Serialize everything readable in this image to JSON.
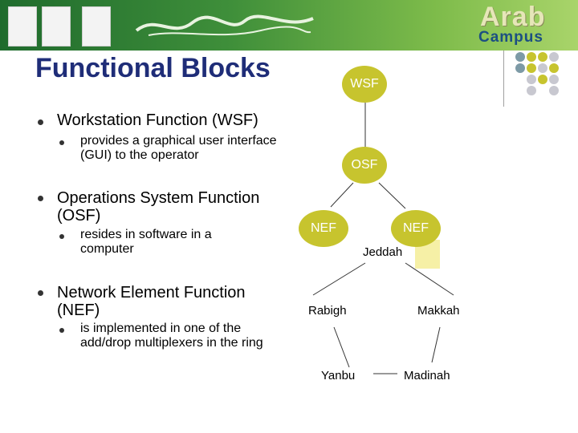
{
  "banner": {
    "brand_arab": "Arab",
    "brand_campus": "Campus"
  },
  "slide": {
    "title": "Functional Blocks",
    "bullets": [
      {
        "heading": "Workstation Function (WSF)",
        "sub": "provides a graphical user interface (GUI) to the operator"
      },
      {
        "heading": "Operations System Function (OSF)",
        "sub": "resides in software in a computer"
      },
      {
        "heading": "Network Element Function (NEF)",
        "sub": "is implemented in one of the add/drop multiplexers in the ring"
      }
    ]
  },
  "diagram": {
    "nodes": {
      "wsf": "WSF",
      "osf": "OSF",
      "nef_left": "NEF",
      "nef_right": "NEF"
    },
    "cities": {
      "jeddah": "Jeddah",
      "rabigh": "Rabigh",
      "makkah": "Makkah",
      "yanbu": "Yanbu",
      "madinah": "Madinah"
    }
  },
  "colors": {
    "title": "#1f2d78",
    "node_fill": "#c7c42e",
    "banner_green": "#3f8f3a"
  }
}
